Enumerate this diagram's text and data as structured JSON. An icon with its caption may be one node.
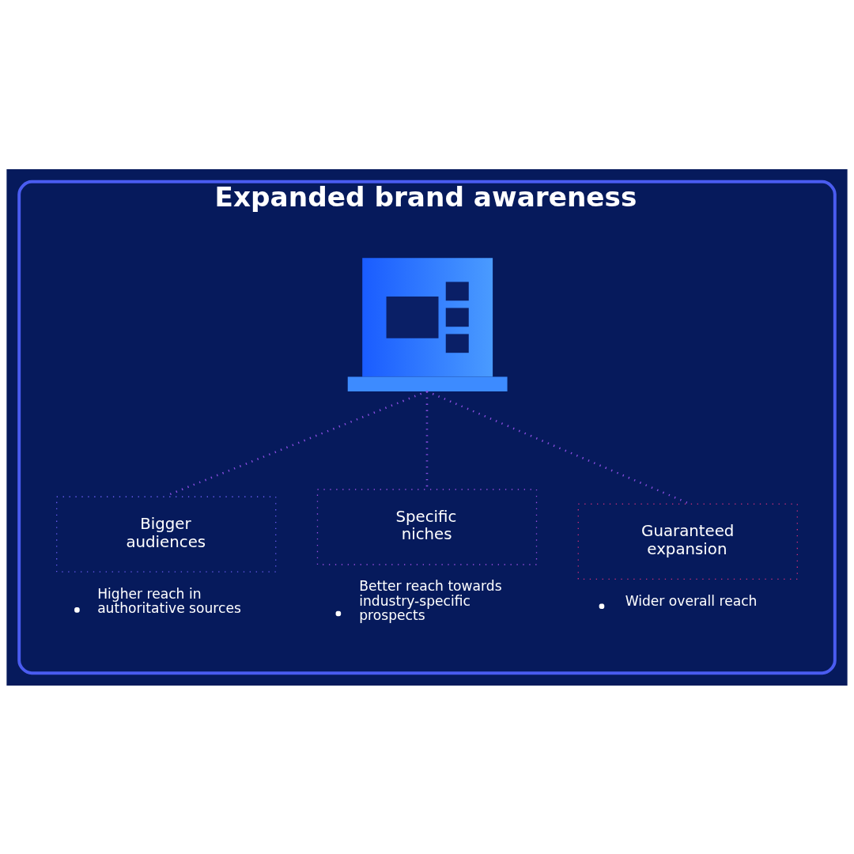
{
  "diagram": {
    "nodes": [
      {
        "text": [
          "Expanded brand awareness"
        ]
      },
      {
        "text": [],
        "shape": "picture",
        "in": 0
      },
      {
        "text": [
          "Bigger audiences"
        ],
        "beside": [
          "Higher reach in authoritative sources"
        ],
        "in": 0
      },
      {
        "text": [
          "Specific niches"
        ],
        "beside": [
          "Better reach towards industry-specific prospects"
        ],
        "in": 0
      },
      {
        "text": [
          "Guaranteed expansion"
        ],
        "beside": [
          "Wider overall reach"
        ],
        "in": 0
      }
    ],
    "edges": [
      {
        "from": 1,
        "to": 2,
        "arrow": "none",
        "style": "dashed"
      },
      {
        "from": 1,
        "to": 3,
        "arrow": "none",
        "style": "dashed"
      },
      {
        "from": 1,
        "to": 4,
        "arrow": "none",
        "style": "dashed"
      }
    ]
  }
}
